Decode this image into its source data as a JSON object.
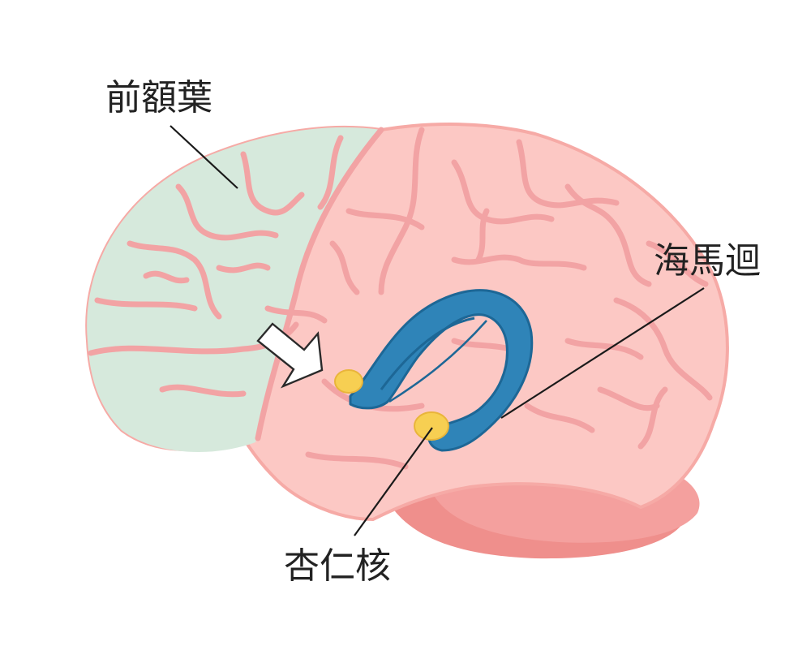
{
  "labels": {
    "frontal_lobe": "前額葉",
    "hippocampus": "海馬迴",
    "amygdala": "杏仁核"
  },
  "colors": {
    "brain_fill": "#fcc8c4",
    "brain_edge": "#f6aaa6",
    "frontal_fill": "#d6e9dc",
    "sulcus": "#f2a3a4",
    "cerebellum_light": "#f4a09e",
    "cerebellum_dark": "#ef8f8c",
    "hippocampus_fill": "#2f84b8",
    "hippocampus_stroke": "#1d6796",
    "amygdala_fill": "#f7cf52",
    "amygdala_stroke": "#e9b53a",
    "arrow_fill": "#ffffff",
    "arrow_stroke": "#2a2a2a",
    "text": "#222222"
  },
  "icons": {
    "pointer": "arrow-pointer-icon"
  }
}
